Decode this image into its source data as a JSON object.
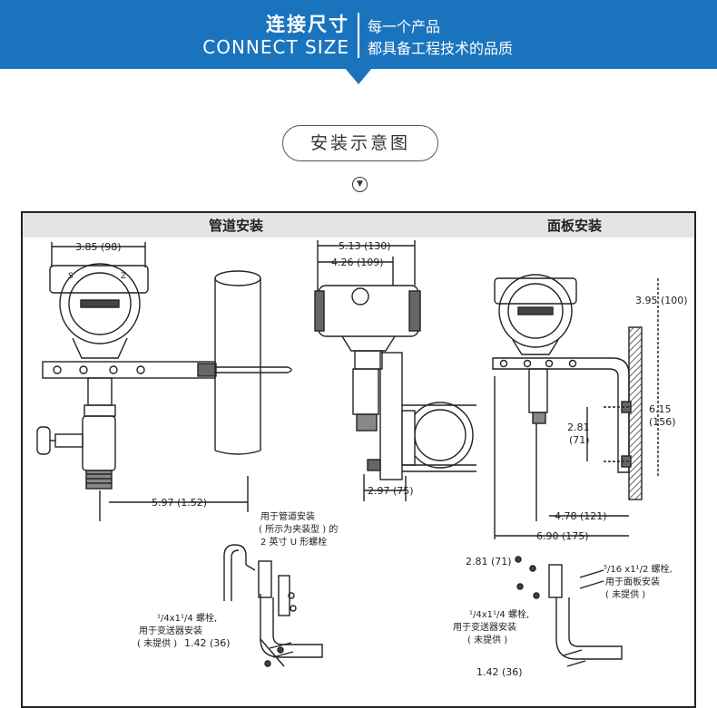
{
  "header": {
    "title_cn": "连接尺寸",
    "title_en": "CONNECT SIZE",
    "slogan_line1": "每一个产品",
    "slogan_line2": "都具备工程技术的品质",
    "bg_color": "#1a74bd"
  },
  "section_button": {
    "label": "安装示意图",
    "icon": "chevron-down-circle-icon"
  },
  "diagram": {
    "pipe_mount_title": "管道安装",
    "panel_mount_title": "面板安装",
    "dims": {
      "width_385": "3.85 (98)",
      "width_513": "5.13 (130)",
      "width_426": "4.26 (109)",
      "len_597": "5.97 (1.52)",
      "len_297": "2.97 (75)",
      "h_395": "3.95 (100)",
      "h_615a": "6.15",
      "h_615b": "(156)",
      "h_281a": "2.81",
      "h_281b": "(71)",
      "len_478": "4.78 (121)",
      "len_690": "6.90 (175)",
      "pipe_281": "2.81 (71)",
      "pipe_142": "1.42 (36)",
      "panel_142": "1.42 (36)"
    },
    "notes": {
      "ubolt_l1": "用于管道安装",
      "ubolt_l2": "( 所示为夹装型 ) 的",
      "ubolt_l3": "2 英寸 U 形螺栓",
      "bolt_pipe_l1": "¹/4x1¹/4 螺栓,",
      "bolt_pipe_l2": "用于变送器安装",
      "bolt_pipe_l3": "( 未提供 )",
      "bolt_panel_a1": "⁵/16 x1¹/2 螺栓,",
      "bolt_panel_a2": "用于面板安装",
      "bolt_panel_a3": "( 未提供 )",
      "bolt_panel_b1": "¹/4x1¹/4 螺栓,",
      "bolt_panel_b2": "用于变送器安装",
      "bolt_panel_b3": "( 未提供 )"
    },
    "side_letters": {
      "s": "S",
      "z": "Z"
    }
  }
}
